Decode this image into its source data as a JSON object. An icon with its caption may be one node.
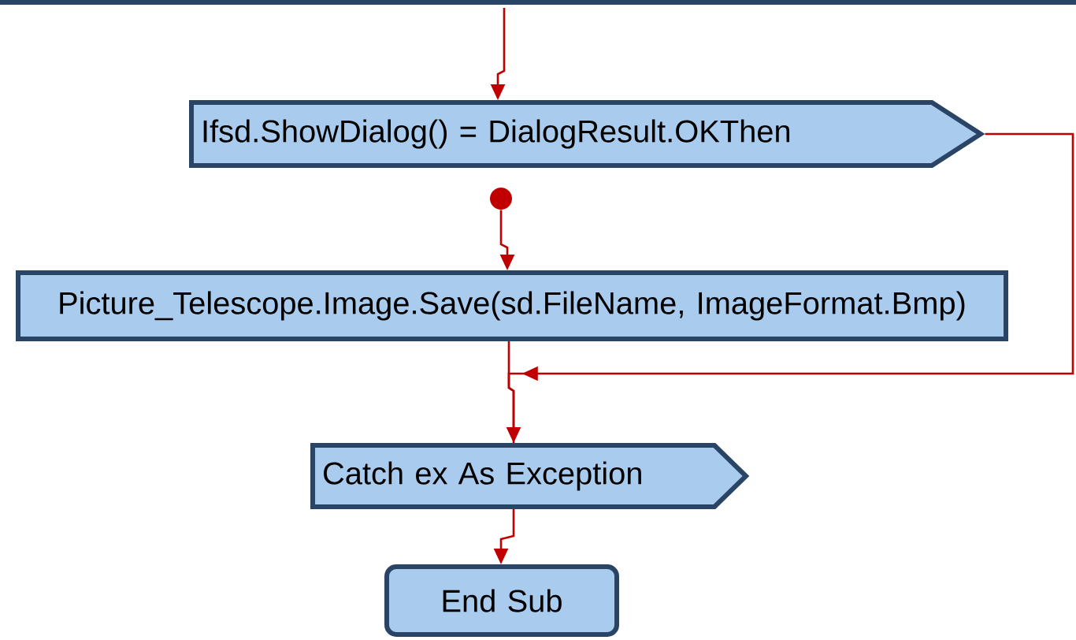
{
  "diagram": {
    "nodes": [
      {
        "text": [
          "Ifsd.ShowDialog() = DialogResult.OKThen"
        ]
      },
      {
        "text": [],
        "shape": "circle"
      },
      {
        "text": [
          "Picture_Telescope.Image.Save(sd.FileName, ImageFormat.Bmp)"
        ]
      },
      {
        "text": [
          "Catch ex As Exception"
        ]
      },
      {
        "text": [
          "End Sub"
        ]
      }
    ],
    "edges": [
      {
        "from": null,
        "to": 0,
        "arrow": "to"
      },
      {
        "from": 0,
        "to": 3,
        "arrow": "to"
      },
      {
        "from": 1,
        "to": 2,
        "arrow": "to"
      },
      {
        "from": 2,
        "to": 3,
        "arrow": "to"
      },
      {
        "from": 3,
        "to": 4,
        "arrow": "to"
      }
    ]
  }
}
